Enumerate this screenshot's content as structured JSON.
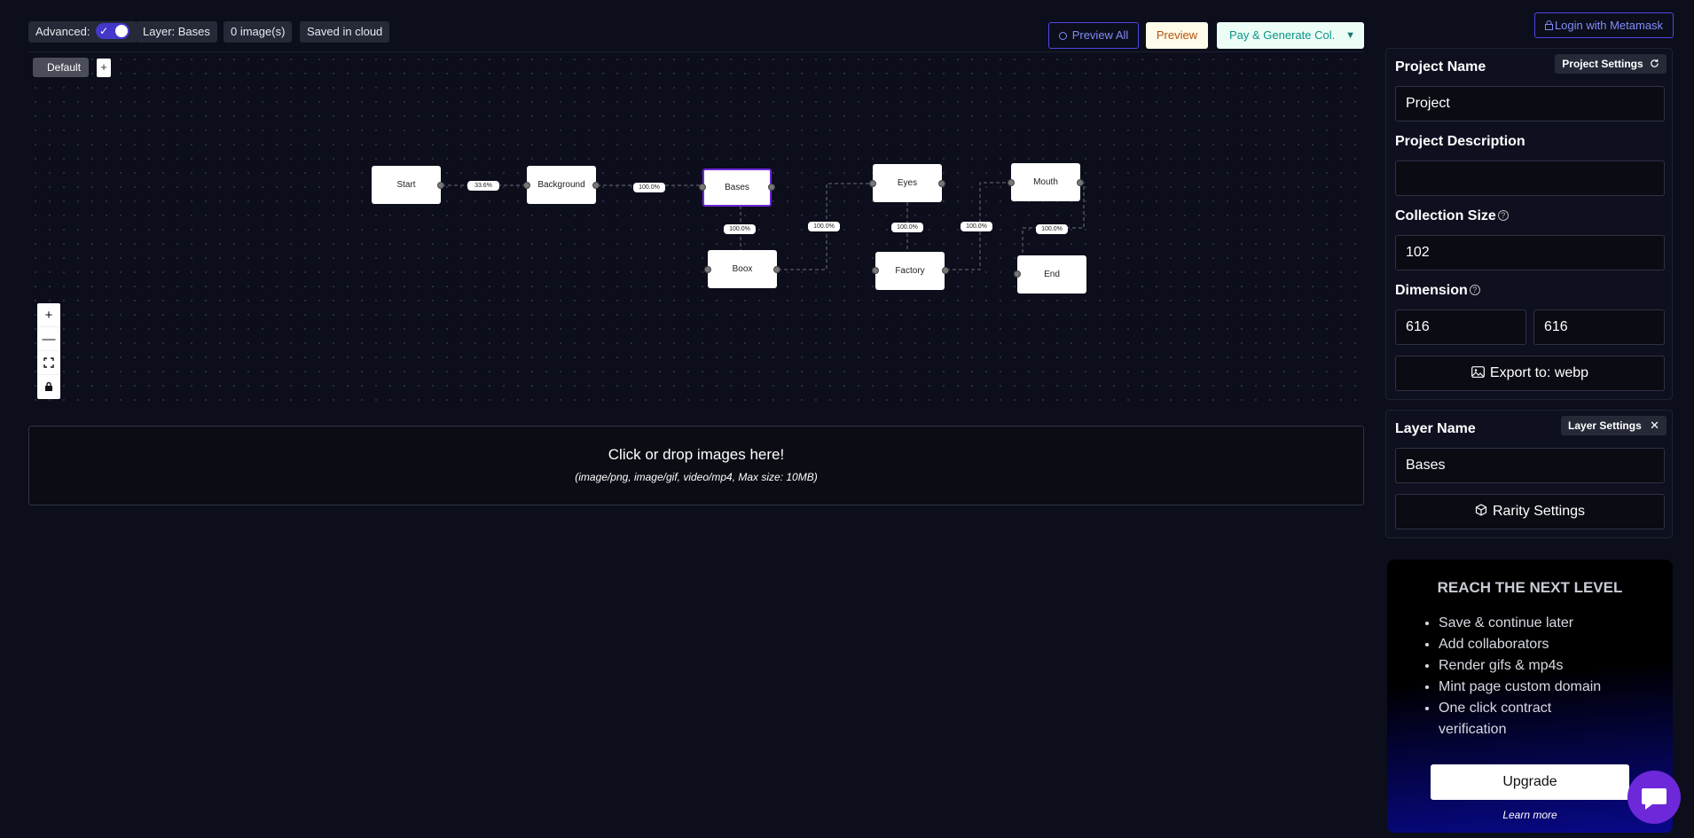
{
  "toolbar": {
    "advanced_label": "Advanced:",
    "layer_chip": "Layer: Bases",
    "images_chip": "0 image(s)",
    "saved_chip": "Saved in cloud",
    "preview_all": "Preview All",
    "preview": "Preview",
    "pay_generate": "Pay & Generate Col.",
    "login": "Login with Metamask"
  },
  "graph": {
    "tab_default": "Default",
    "tab_add": "+",
    "nodes": {
      "start": "Start",
      "background": "Background",
      "bases": "Bases",
      "boox": "Boox",
      "eyes": "Eyes",
      "factory": "Factory",
      "mouth": "Mouth",
      "end": "End"
    },
    "edge_labels": {
      "start_background": "33.6%",
      "background_bases": "100.0%",
      "bases_boox": "100.0%",
      "boox_eyes": "100.0%",
      "eyes_factory": "100.0%",
      "factory_mouth": "100.0%",
      "mouth_end": "100.0%"
    },
    "zoom": {
      "in": "+",
      "out": "—"
    }
  },
  "dropzone": {
    "title": "Click or drop images here!",
    "hint": "(image/png, image/gif, video/mp4, Max size: 10MB)"
  },
  "project_panel": {
    "tag": "Project Settings",
    "name_label": "Project Name",
    "name_value": "Project",
    "description_label": "Project Description",
    "description_value": "",
    "collection_size_label": "Collection Size",
    "collection_size_value": "102",
    "dimension_label": "Dimension",
    "width_value": "616",
    "height_value": "616",
    "export_button": "Export to: webp"
  },
  "layer_panel": {
    "tag": "Layer Settings",
    "name_label": "Layer Name",
    "name_value": "Bases",
    "rarity_button": "Rarity Settings"
  },
  "promo": {
    "title": "REACH THE NEXT LEVEL",
    "features": [
      "Save & continue later",
      "Add collaborators",
      "Render gifs & mp4s",
      "Mint page custom domain",
      "One click contract verification"
    ],
    "upgrade": "Upgrade",
    "learn_more": "Learn more"
  }
}
